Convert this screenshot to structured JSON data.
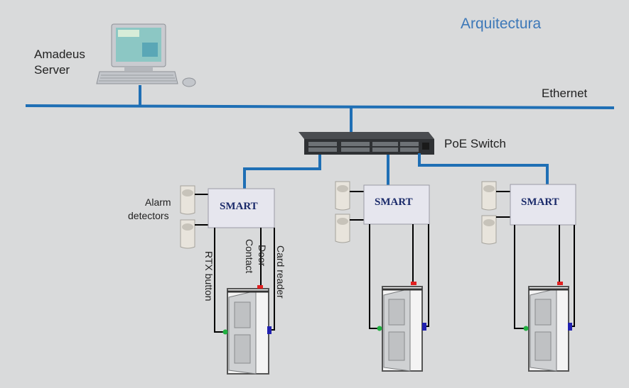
{
  "title": "Arquitectura",
  "server_label_line1": "Amadeus",
  "server_label_line2": "Server",
  "ethernet_label": "Ethernet",
  "switch_label": "PoE Switch",
  "controller_label": "SMART",
  "alarm_label_line1": "Alarm",
  "alarm_label_line2": "detectors",
  "wire_labels": {
    "rtx": "RTX button",
    "door_line1": "Door",
    "door_line2": "Contact",
    "card": "Card reader"
  },
  "colors": {
    "background": "#d9dadb",
    "network_line": "#1f6fb5",
    "title": "#3d78b8",
    "wire": "#000000",
    "door_contact": "#e02020",
    "card_reader": "#2020b0",
    "rtx_button": "#20b040"
  }
}
